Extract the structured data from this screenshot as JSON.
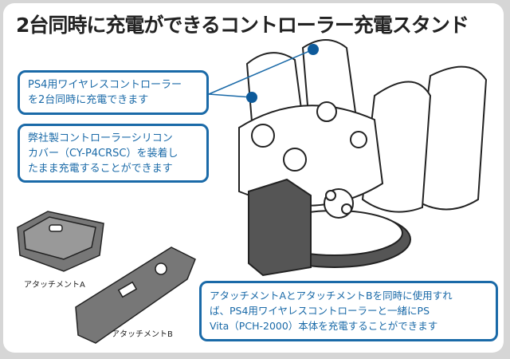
{
  "title": "2台同時に充電ができるコントローラー充電スタンド",
  "callouts": [
    {
      "lines": [
        "PS4用ワイヤレスコントローラー",
        "を2台同時に充電できます"
      ]
    },
    {
      "lines": [
        "弊社製コントローラーシリコン",
        "カバー（CY-P4CRSC）を装着し",
        "たまま充電することができます"
      ]
    },
    {
      "lines": [
        "アタッチメントAとアタッチメントBを同時に使用すれ",
        "ば、PS4用ワイヤレスコントローラーと一緒にPS",
        "Vita（PCH-2000）本体を充電することができます"
      ]
    }
  ],
  "labels": {
    "attachment_a": "アタッチメントA",
    "attachment_b": "アタッチメントB"
  },
  "colors": {
    "accent": "#1a6aa8",
    "frame": "#d6d6d6"
  }
}
